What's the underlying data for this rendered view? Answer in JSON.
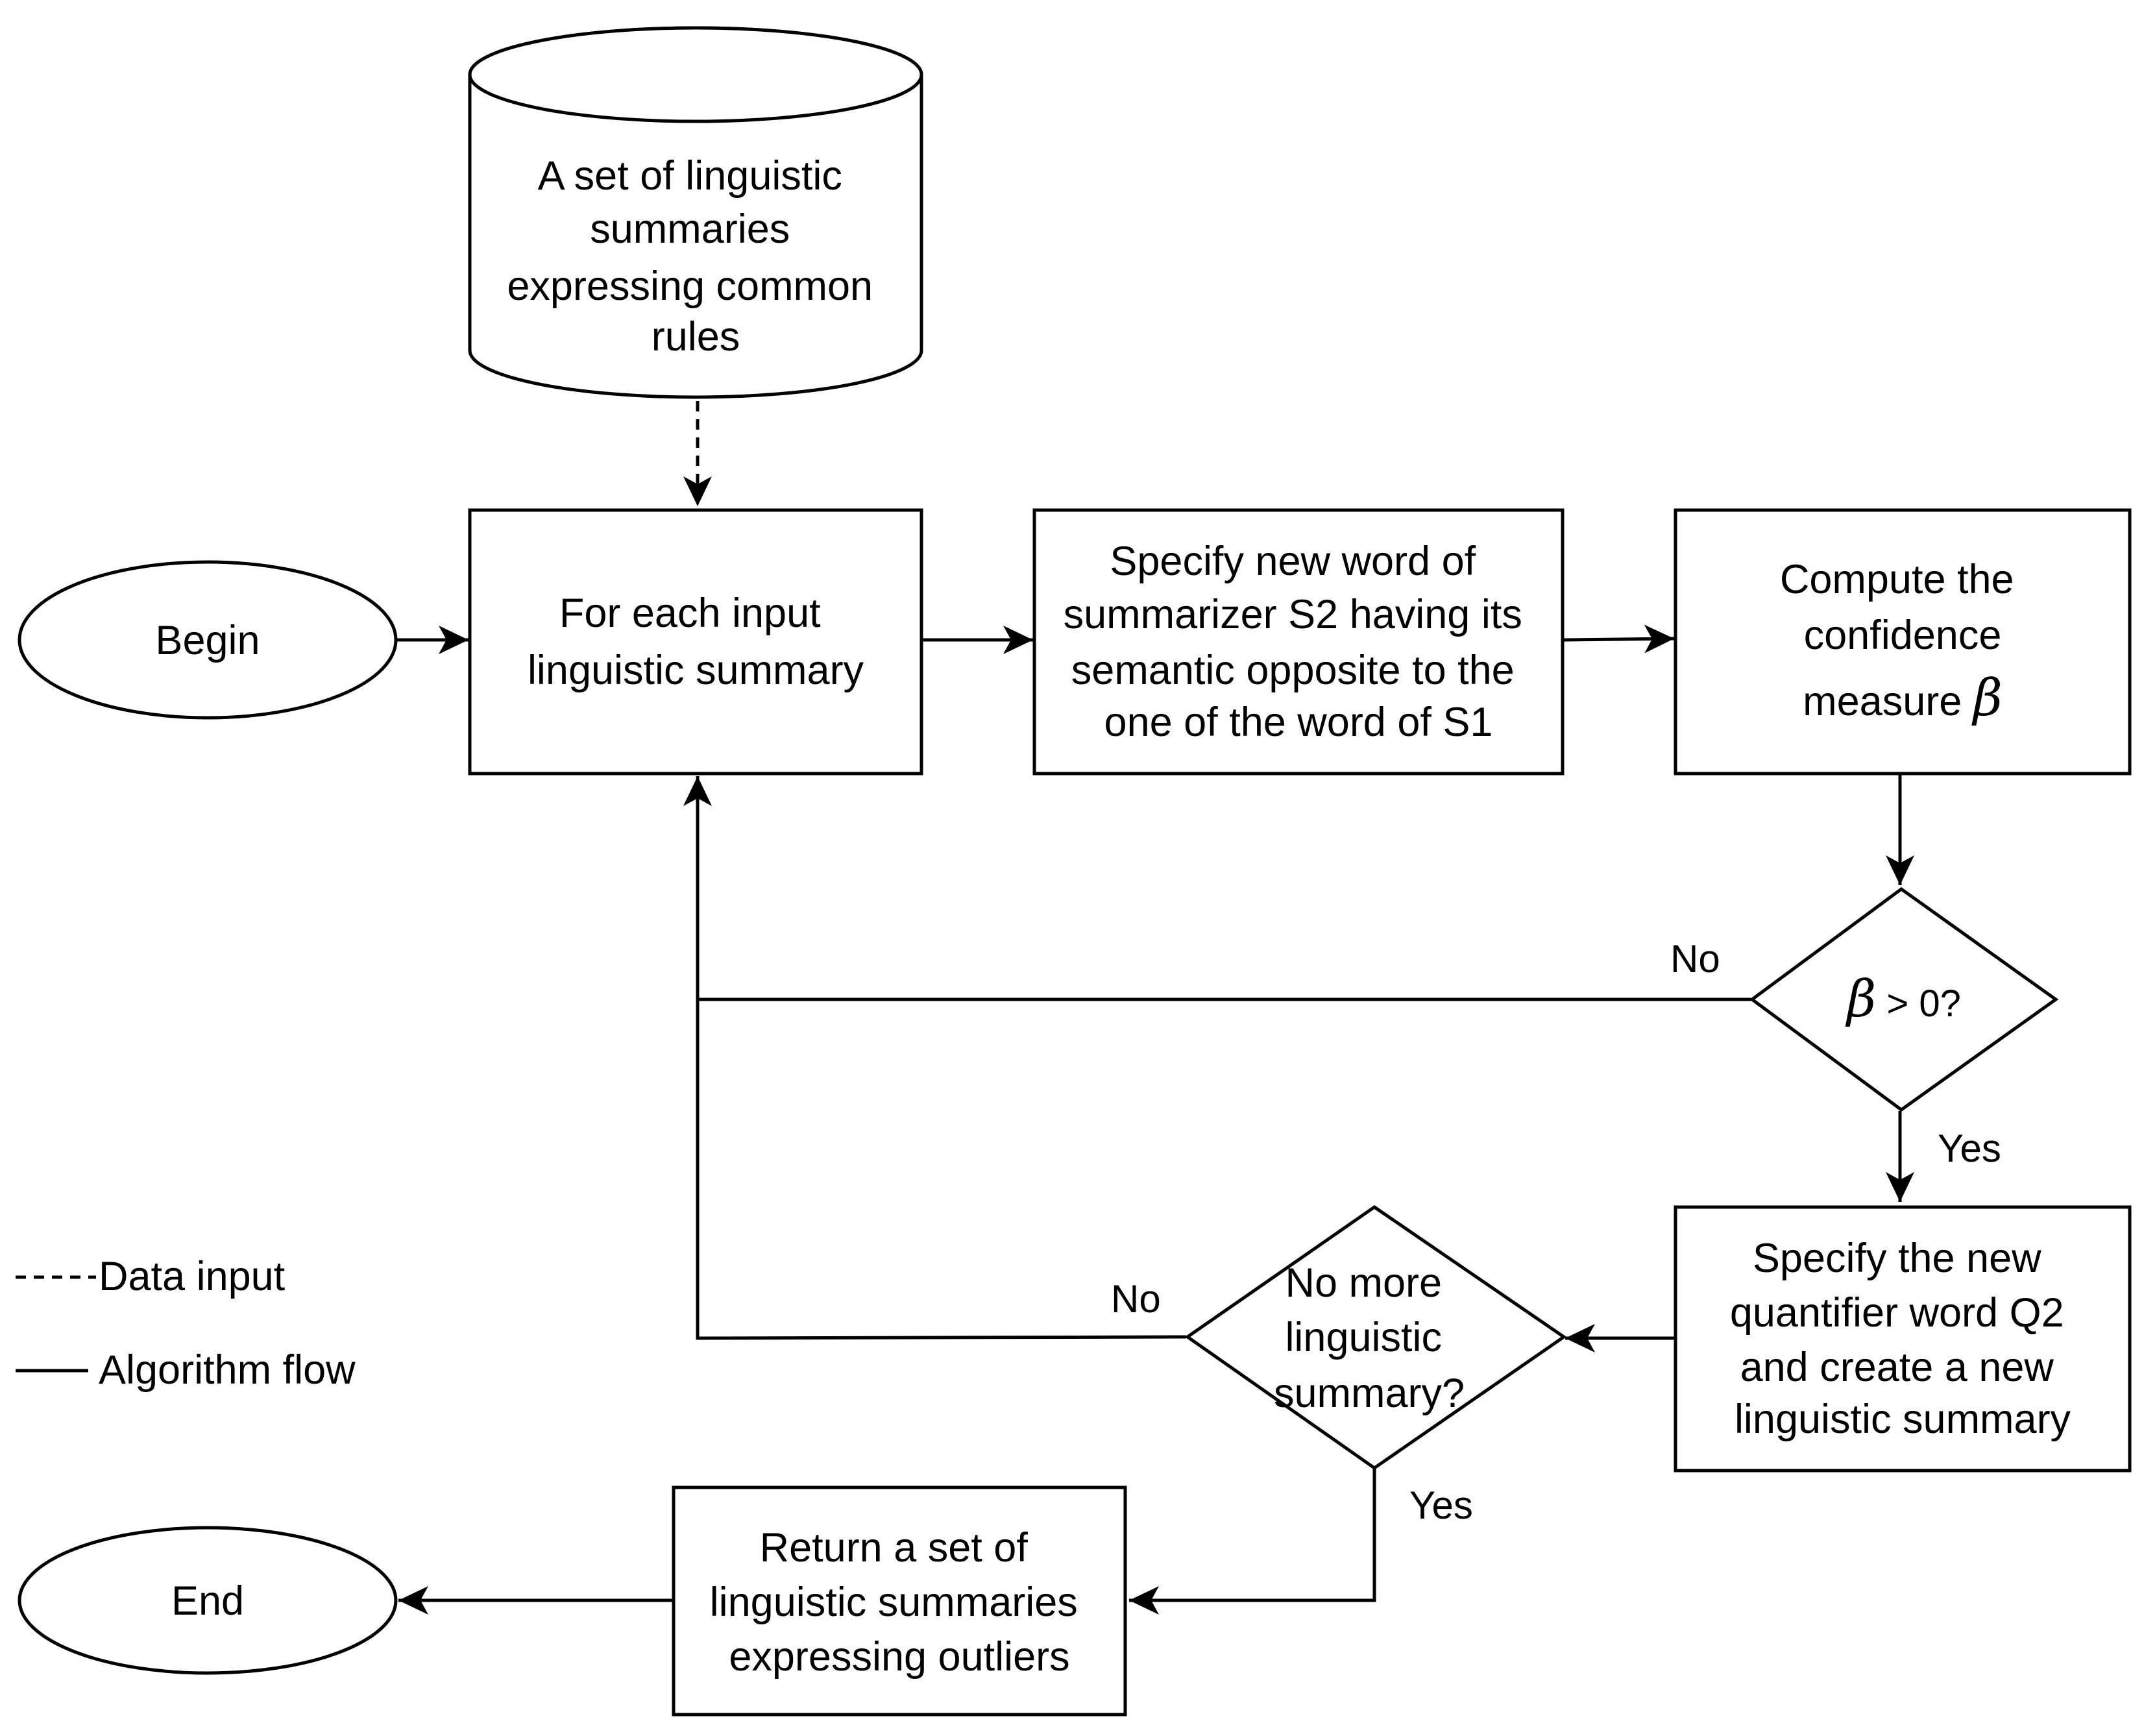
{
  "nodes": {
    "database": {
      "lines": [
        "A set of linguistic",
        "summaries",
        "expressing common",
        "rules"
      ]
    },
    "begin": {
      "label": "Begin"
    },
    "for_each": {
      "lines": [
        "For each input",
        "linguistic summary"
      ]
    },
    "specify_word": {
      "lines": [
        "Specify new word of",
        "summarizer S2 having its",
        "semantic opposite to the",
        "one of the word of S1"
      ]
    },
    "compute": {
      "lines": [
        "Compute the",
        "confidence",
        "measure "
      ],
      "symbol": "β"
    },
    "beta_check": {
      "symbol": "β",
      "text": " > 0?"
    },
    "specify_quantifier": {
      "lines": [
        "Specify the new",
        "quantifier word Q2",
        "and create a new",
        "linguistic summary"
      ]
    },
    "no_more": {
      "lines": [
        "No more",
        "linguistic",
        "summary?"
      ]
    },
    "return_set": {
      "lines": [
        "Return a set of",
        "linguistic summaries",
        "expressing outliers"
      ]
    },
    "end": {
      "label": "End"
    }
  },
  "edge_labels": {
    "beta_no": "No",
    "beta_yes": "Yes",
    "more_no": "No",
    "more_yes": "Yes"
  },
  "legend": {
    "data_input": "Data input",
    "algorithm_flow": "Algorithm flow"
  }
}
